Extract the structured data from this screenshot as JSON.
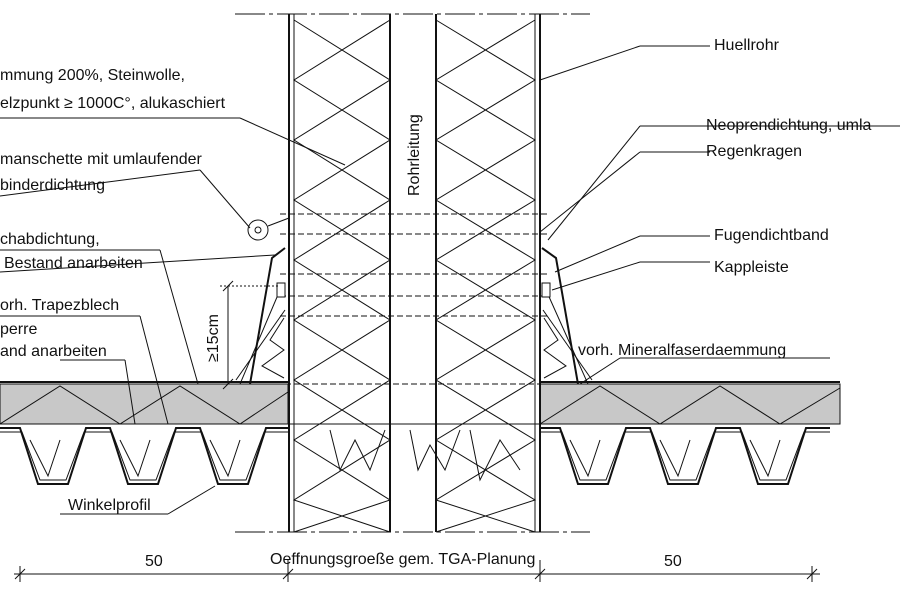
{
  "labels": {
    "daemmung_line1": "mmung 200%, Steinwolle,",
    "daemmung_line2": "elzpunkt ≥ 1000C°, alukaschiert",
    "manschette_line1": "manschette mit umlaufender",
    "manschette_line2": "binderdichtung",
    "abdichtung_line1": "chabdichtung,",
    "abdichtung_line2": "Bestand anarbeiten",
    "trapezblech": "orh. Trapezblech",
    "sperre_line1": "perre",
    "sperre_line2": "and anarbeiten",
    "winkelprofil": "Winkelprofil",
    "huellrohr": "Huellrohr",
    "neopren": "Neoprendichtung, umla",
    "regenkragen": "Regenkragen",
    "fugendichtband": "Fugendichtband",
    "kappleiste": "Kappleiste",
    "mineralfaser": "vorh. Mineralfaserdaemmung",
    "rohrleitung": "Rohrleitung",
    "height_dim": "≥15cm"
  },
  "dimensions": {
    "left": "50",
    "center": "Oeffnungsgroeße gem. TGA-Planung",
    "right": "50"
  }
}
